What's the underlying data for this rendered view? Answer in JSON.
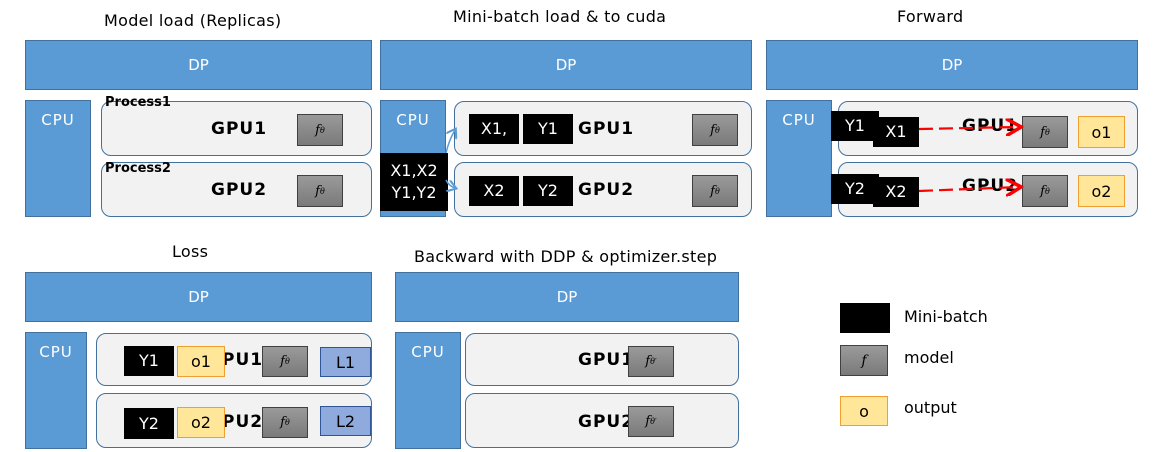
{
  "titles": {
    "model_load": "Model load (Replicas)",
    "minibatch": "Mini-batch load & to cuda",
    "forward": "Forward",
    "loss": "Loss",
    "backward": "Backward with DDP & optimizer.step"
  },
  "labels": {
    "dp": "DP",
    "cpu": "CPU",
    "gpu1": "GPU1",
    "gpu2": "GPU2",
    "process1": "Process1",
    "process2": "Process2",
    "model_symbol": "f",
    "model_sub": "θ",
    "model_sub_updated": "θ′"
  },
  "minibatch_panel": {
    "cpu_batch_line1": "X1,X2",
    "cpu_batch_line2": "Y1,Y2",
    "gpu1_x": "X1,",
    "gpu1_y": "Y1",
    "gpu2_x": "X2",
    "gpu2_y": "Y2"
  },
  "forward_panel": {
    "gpu1_y": "Y1",
    "gpu1_x": "X1",
    "gpu1_out": "o1",
    "gpu2_y": "Y2",
    "gpu2_x": "X2",
    "gpu2_out": "o2"
  },
  "loss_panel": {
    "gpu1_y": "Y1",
    "gpu1_out": "o1",
    "gpu1_label_part": "PU1",
    "gpu1_loss": "L1",
    "gpu2_y": "Y2",
    "gpu2_out": "o2",
    "gpu2_label_part": "PU2",
    "gpu2_loss": "L2"
  },
  "legend": {
    "minibatch": "Mini-batch",
    "model": "model",
    "model_symbol": "f",
    "output": "output",
    "output_symbol": "o"
  },
  "colors": {
    "dp_blue": "#5b9bd5",
    "gpu_fill": "#f2f2f2",
    "output_fill": "#ffe699",
    "loss_fill": "#8faadc",
    "arrow_red": "#ff0000"
  }
}
